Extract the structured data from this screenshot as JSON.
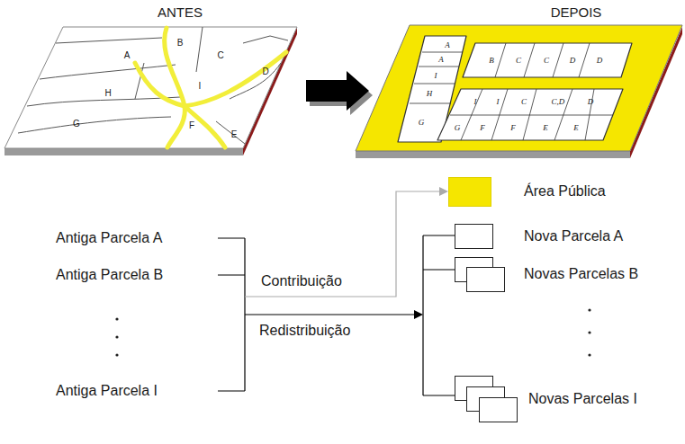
{
  "diagram": {
    "nodes": [
      {
        "text": [
          "Área Pública"
        ]
      },
      {
        "text": [
          "Nova Parcela A"
        ]
      },
      {
        "text": [
          "Novas Parcelas B"
        ]
      },
      {
        "text": [
          "Novas Parcelas I"
        ]
      }
    ],
    "labels": [
      "ANTES",
      "DEPOIS",
      "A",
      "B",
      "C",
      "D",
      "I",
      "H",
      "G",
      "F",
      "E",
      "A",
      "A",
      "I",
      "H",
      "G",
      "B",
      "C",
      "C",
      "D",
      "D",
      "I",
      "I",
      "C",
      "C,D",
      "D",
      "G",
      "F",
      "F",
      "E",
      "E",
      "Antiga Parcela A",
      "Antiga Parcela B",
      "Antiga Parcela I",
      "Contribuição",
      "Redistribuição"
    ]
  }
}
